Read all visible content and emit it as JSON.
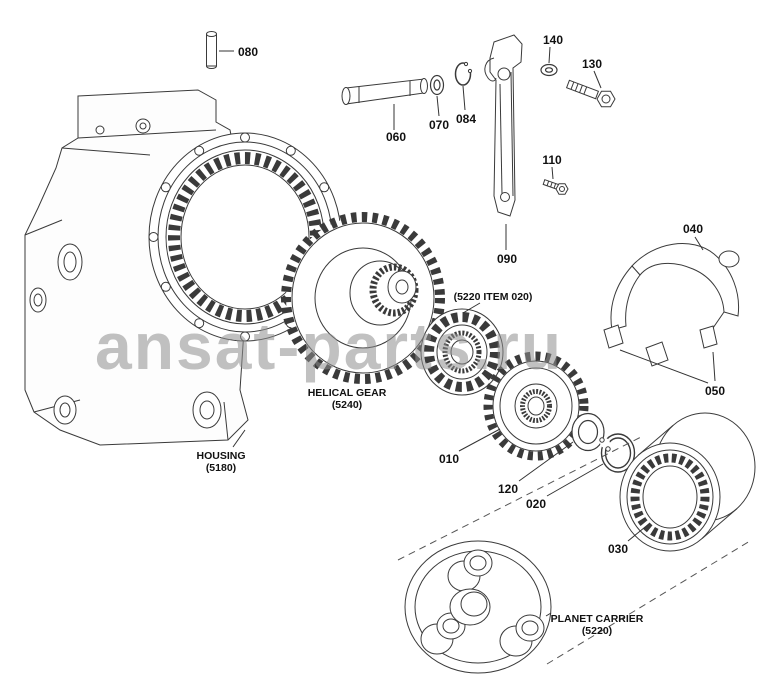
{
  "page": {
    "background": "#ffffff",
    "line_color": "#3a3a3a"
  },
  "watermark": {
    "text": "ansat-parts.ru",
    "color": "#8f8f8f"
  },
  "callouts": {
    "c080": "080",
    "c060": "060",
    "c070": "070",
    "c084": "084",
    "c140": "140",
    "c130": "130",
    "c110": "110",
    "c090": "090",
    "c040": "040",
    "c050": "050",
    "c010": "010",
    "c120": "120",
    "c020": "020",
    "c030": "030"
  },
  "part_labels": {
    "item_ref": "(5220 ITEM 020)",
    "helical_gear_name": "HELICAL GEAR",
    "helical_gear_code": "(5240)",
    "housing_name": "HOUSING",
    "housing_code": "(5180)",
    "planet_carrier_name": "PLANET CARRIER",
    "planet_carrier_code": "(5220)"
  }
}
